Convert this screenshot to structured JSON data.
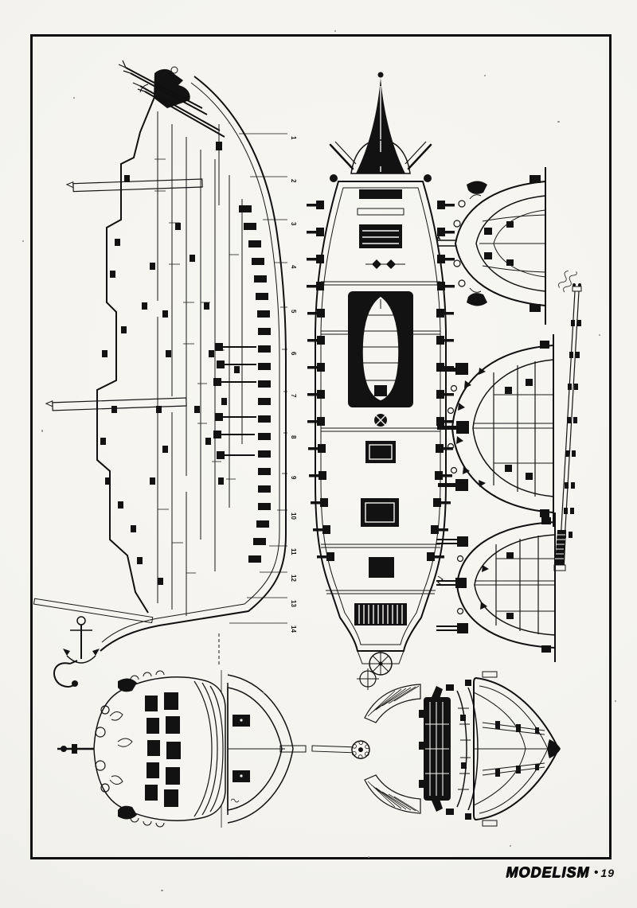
{
  "colors": {
    "paper": "#f6f5f1",
    "ink": "#121212"
  },
  "footer": {
    "logo": "MODELISM",
    "separator": "•",
    "page_number": "19"
  },
  "left_view": {
    "stations": [
      "1",
      "2",
      "3",
      "4",
      "5",
      "6",
      "7",
      "8",
      "9",
      "10",
      "11",
      "12",
      "13",
      "14"
    ]
  }
}
